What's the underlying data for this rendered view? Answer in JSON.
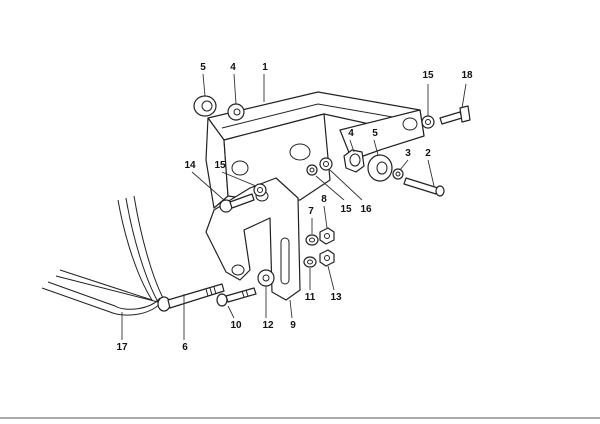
{
  "diagram": {
    "callouts": {
      "c1": "1",
      "c2": "2",
      "c3": "3",
      "c4a": "4",
      "c4b": "4",
      "c5a": "5",
      "c5b": "5",
      "c6": "6",
      "c7": "7",
      "c8": "8",
      "c9": "9",
      "c10": "10",
      "c11": "11",
      "c12": "12",
      "c13": "13",
      "c14": "14",
      "c15a": "15",
      "c15b": "15",
      "c15c": "15",
      "c16": "16",
      "c17": "17",
      "c18": "18"
    }
  }
}
